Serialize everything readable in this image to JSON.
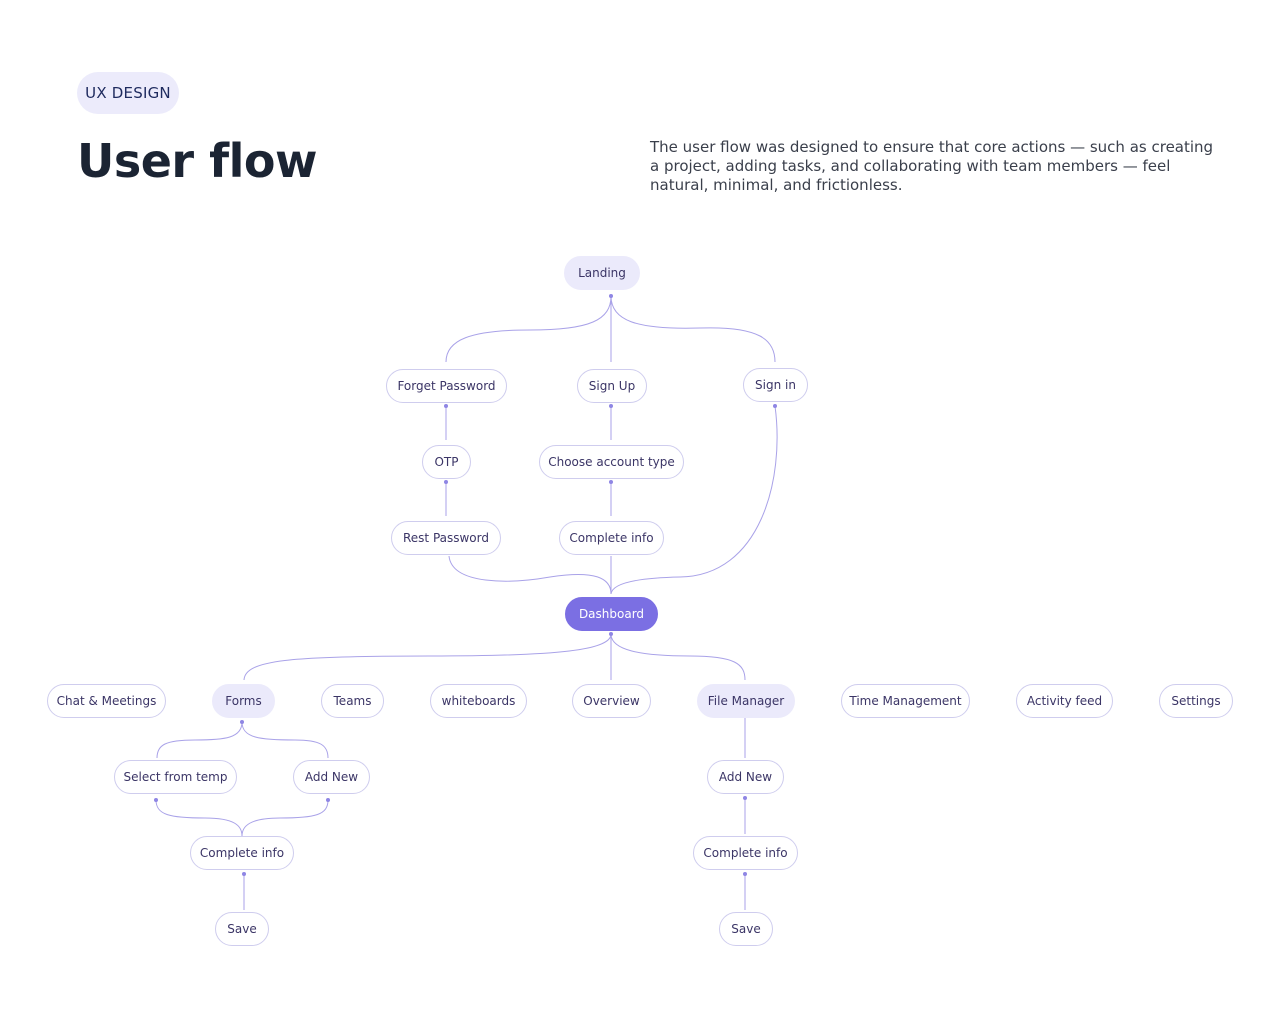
{
  "badge": "UX DESIGN",
  "title": "User flow",
  "description": "The user flow was designed to ensure that core actions — such as creating a project, adding tasks, and collaborating with team members — feel natural, minimal, and frictionless.",
  "colors": {
    "accent": "#7b6fe3",
    "soft_fill": "#ebeafb",
    "line": "#a9a2e8",
    "title": "#1b2433"
  },
  "nodes": {
    "landing": "Landing",
    "forget_password": "Forget Password",
    "sign_up": "Sign Up",
    "sign_in": "Sign in",
    "otp": "OTP",
    "choose_account_type": "Choose account type",
    "rest_password": "Rest Password",
    "complete_info": "Complete info",
    "dashboard": "Dashboard",
    "chat_meetings": "Chat & Meetings",
    "forms": "Forms",
    "teams": "Teams",
    "whiteboards": "whiteboards",
    "overview": "Overview",
    "file_manager": "File Manager",
    "time_management": "Time Management",
    "activity_feed": "Activity feed",
    "settings": "Settings",
    "forms_select_from_temp": "Select from temp",
    "forms_add_new": "Add New",
    "forms_complete_info": "Complete info",
    "forms_save": "Save",
    "fm_add_new": "Add New",
    "fm_complete_info": "Complete info",
    "fm_save": "Save"
  }
}
